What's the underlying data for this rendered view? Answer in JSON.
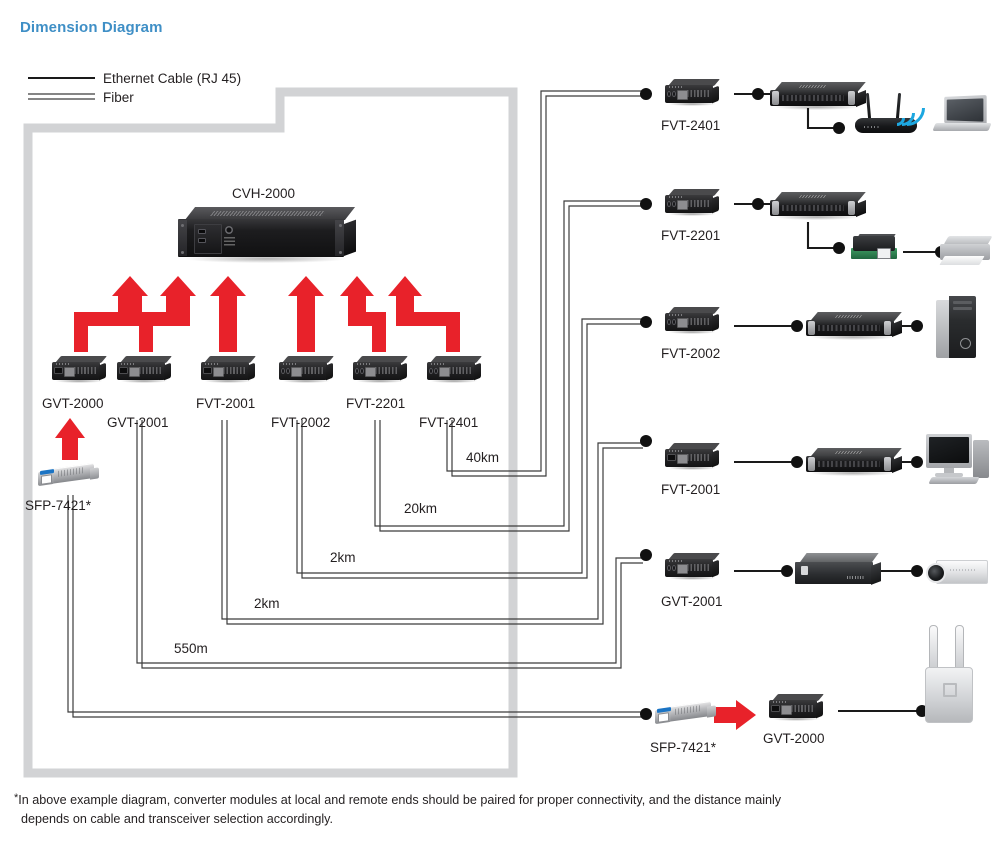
{
  "page_title": "Dimension Diagram",
  "title_color": "#3f8fc6",
  "legend": {
    "ethernet": {
      "label": "Ethernet Cable (RJ 45)",
      "style": "single-line",
      "icon": "ethernet-line-icon"
    },
    "fiber": {
      "label": "Fiber",
      "style": "double-line",
      "icon": "fiber-line-icon"
    }
  },
  "chassis": {
    "label": "CVH-2000",
    "icon": "rack-chassis-icon"
  },
  "local_modules": [
    {
      "label": "GVT-2000",
      "icon": "media-converter-icon",
      "port": "sc"
    },
    {
      "label": "GVT-2001",
      "icon": "media-converter-icon",
      "port": "sc"
    },
    {
      "label": "FVT-2001",
      "icon": "media-converter-icon",
      "port": "sc"
    },
    {
      "label": "FVT-2002",
      "icon": "media-converter-icon",
      "port": "st"
    },
    {
      "label": "FVT-2201",
      "icon": "media-converter-icon",
      "port": "st"
    },
    {
      "label": "FVT-2401",
      "icon": "media-converter-icon",
      "port": "st"
    }
  ],
  "local_sfp": {
    "label": "SFP-7421*",
    "icon": "sfp-transceiver-icon"
  },
  "distances": [
    {
      "label": "40km",
      "from": "FVT-2401",
      "to": "FVT-2401 (remote)"
    },
    {
      "label": "20km",
      "from": "FVT-2201",
      "to": "FVT-2201 (remote)"
    },
    {
      "label": "2km",
      "from": "FVT-2002",
      "to": "FVT-2002 (remote)"
    },
    {
      "label": "2km",
      "from": "FVT-2001",
      "to": "FVT-2001 (remote)"
    },
    {
      "label": "550m",
      "from": "GVT-2001",
      "to": "GVT-2001 (remote)"
    }
  ],
  "remote_rows": [
    {
      "converter": "FVT-2401",
      "converter_icon": "media-converter-icon",
      "devices": [
        {
          "name": "switch",
          "icon": "network-switch-icon"
        },
        {
          "name": "wireless-router",
          "icon": "wireless-router-icon"
        },
        {
          "name": "laptop",
          "icon": "laptop-icon"
        }
      ]
    },
    {
      "converter": "FVT-2201",
      "converter_icon": "media-converter-icon",
      "devices": [
        {
          "name": "switch",
          "icon": "network-switch-icon"
        },
        {
          "name": "poe-splitter",
          "icon": "poe-splitter-icon"
        },
        {
          "name": "printer",
          "icon": "printer-icon"
        }
      ]
    },
    {
      "converter": "FVT-2002",
      "converter_icon": "media-converter-icon",
      "devices": [
        {
          "name": "switch",
          "icon": "network-switch-icon"
        },
        {
          "name": "desktop-tower",
          "icon": "desktop-tower-icon"
        }
      ]
    },
    {
      "converter": "FVT-2001",
      "converter_icon": "media-converter-icon",
      "devices": [
        {
          "name": "switch",
          "icon": "network-switch-icon"
        },
        {
          "name": "desktop-pc",
          "icon": "desktop-pc-icon"
        }
      ]
    },
    {
      "converter": "GVT-2001",
      "converter_icon": "media-converter-icon",
      "devices": [
        {
          "name": "nvr",
          "icon": "nvr-icon"
        },
        {
          "name": "ip-camera",
          "icon": "ip-camera-icon"
        }
      ]
    },
    {
      "converter": "GVT-2000",
      "converter_icon": "media-converter-icon",
      "sfp": "SFP-7421*",
      "sfp_icon": "sfp-transceiver-icon",
      "devices": [
        {
          "name": "outdoor-access-point",
          "icon": "access-point-icon"
        }
      ]
    }
  ],
  "remote_labels": {
    "fvt2401": "FVT-2401",
    "fvt2201": "FVT-2201",
    "fvt2002": "FVT-2002",
    "fvt2001": "FVT-2001",
    "gvt2001": "GVT-2001",
    "sfp7421": "SFP-7421*",
    "gvt2000": "GVT-2000"
  },
  "footnote": {
    "star": "*",
    "line1": "In above example diagram, converter modules at local and remote ends should be paired for proper connectivity, and the distance mainly",
    "line2": "depends on cable and transceiver selection accordingly."
  },
  "colors": {
    "accent_blue": "#3f8fc6",
    "arrow_red": "#e8222a",
    "line_black": "#1a1a1a",
    "border_gray": "#d2d3d5",
    "wifi_blue": "#1da7e0"
  }
}
